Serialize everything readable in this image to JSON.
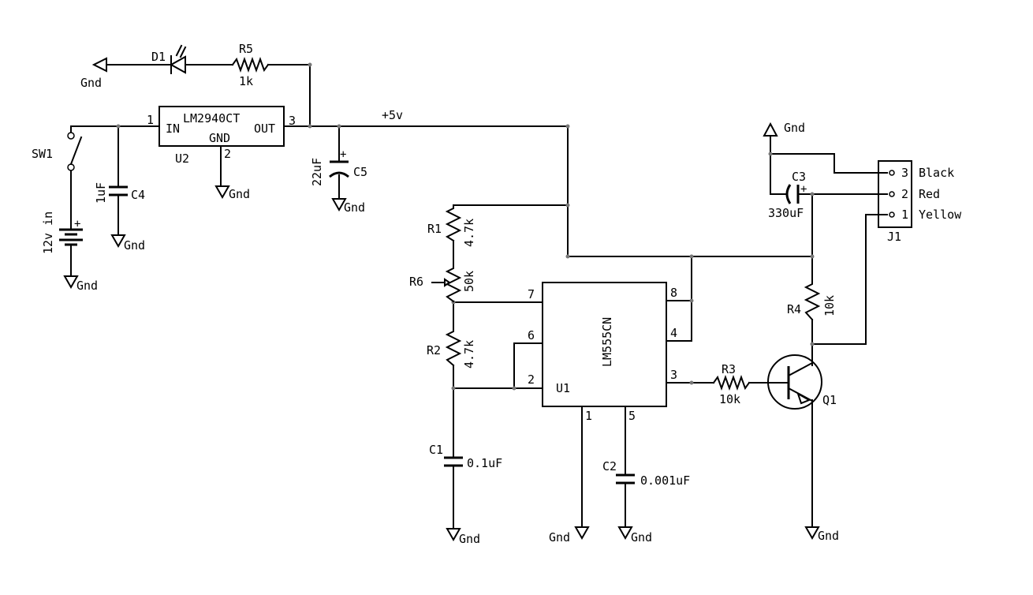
{
  "nets": {
    "plus5v": "+5v"
  },
  "ground_label": "Gnd",
  "U2": {
    "ref": "U2",
    "part": "LM2940CT",
    "pin_in": "IN",
    "pin_out": "OUT",
    "pin_gnd": "GND",
    "pin1": "1",
    "pin2": "2",
    "pin3": "3"
  },
  "D1": {
    "ref": "D1"
  },
  "R5": {
    "ref": "R5",
    "value": "1k"
  },
  "SW1": {
    "ref": "SW1"
  },
  "battery": {
    "label": "12v in",
    "plus": "+"
  },
  "C4": {
    "ref": "C4",
    "value": "1uF"
  },
  "C5": {
    "ref": "C5",
    "value": "22uF",
    "plus": "+"
  },
  "R1": {
    "ref": "R1",
    "value": "4.7k"
  },
  "R6": {
    "ref": "R6",
    "value": "50k"
  },
  "R2": {
    "ref": "R2",
    "value": "4.7k"
  },
  "C1": {
    "ref": "C1",
    "value": "0.1uF"
  },
  "U1": {
    "ref": "U1",
    "part": "LM555CN",
    "pins": {
      "p1": "1",
      "p2": "2",
      "p3": "3",
      "p4": "4",
      "p5": "5",
      "p6": "6",
      "p7": "7",
      "p8": "8"
    }
  },
  "C2": {
    "ref": "C2",
    "value": "0.001uF"
  },
  "R3": {
    "ref": "R3",
    "value": "10k"
  },
  "R4": {
    "ref": "R4",
    "value": "10k"
  },
  "Q1": {
    "ref": "Q1"
  },
  "C3": {
    "ref": "C3",
    "value": "330uF",
    "plus": "+"
  },
  "J1": {
    "ref": "J1",
    "pins": [
      {
        "num": "3",
        "name": "Black"
      },
      {
        "num": "2",
        "name": "Red"
      },
      {
        "num": "1",
        "name": "Yellow"
      }
    ]
  }
}
